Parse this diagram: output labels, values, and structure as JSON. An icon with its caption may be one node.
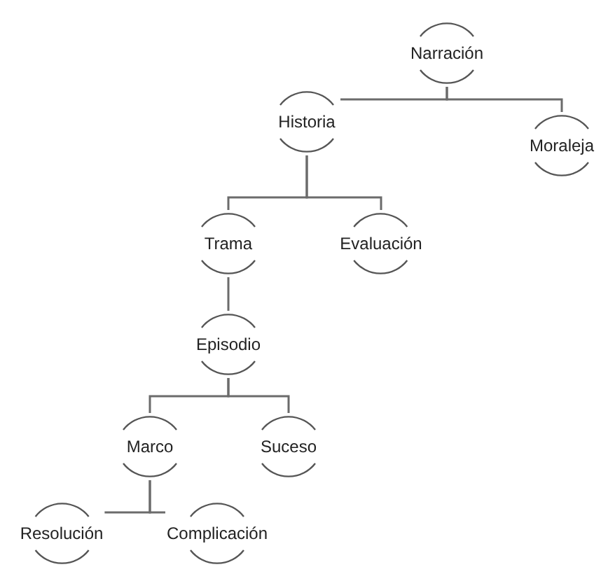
{
  "diagram": {
    "nodes": [
      {
        "text": [
          "Narración"
        ]
      },
      {
        "text": [
          "Historia"
        ]
      },
      {
        "text": [
          "Moraleja"
        ]
      },
      {
        "text": [
          "Trama"
        ]
      },
      {
        "text": [
          "Evaluación"
        ]
      },
      {
        "text": [
          "Episodio"
        ]
      },
      {
        "text": [
          "Marco"
        ]
      },
      {
        "text": [
          "Suceso"
        ]
      },
      {
        "text": [
          "Resolución"
        ]
      },
      {
        "text": [
          "Complicación"
        ]
      }
    ],
    "edges": [
      {
        "from": 0,
        "to": 1,
        "arrow": "none"
      },
      {
        "from": 0,
        "to": 2,
        "arrow": "none"
      },
      {
        "from": 1,
        "to": 3,
        "arrow": "none"
      },
      {
        "from": 1,
        "to": 4,
        "arrow": "none"
      },
      {
        "from": 3,
        "to": 5,
        "arrow": "none"
      },
      {
        "from": 5,
        "to": 6,
        "arrow": "none"
      },
      {
        "from": 5,
        "to": 7,
        "arrow": "none"
      },
      {
        "from": 6,
        "to": 8,
        "arrow": "none"
      },
      {
        "from": 6,
        "to": 9,
        "arrow": "none"
      }
    ]
  }
}
